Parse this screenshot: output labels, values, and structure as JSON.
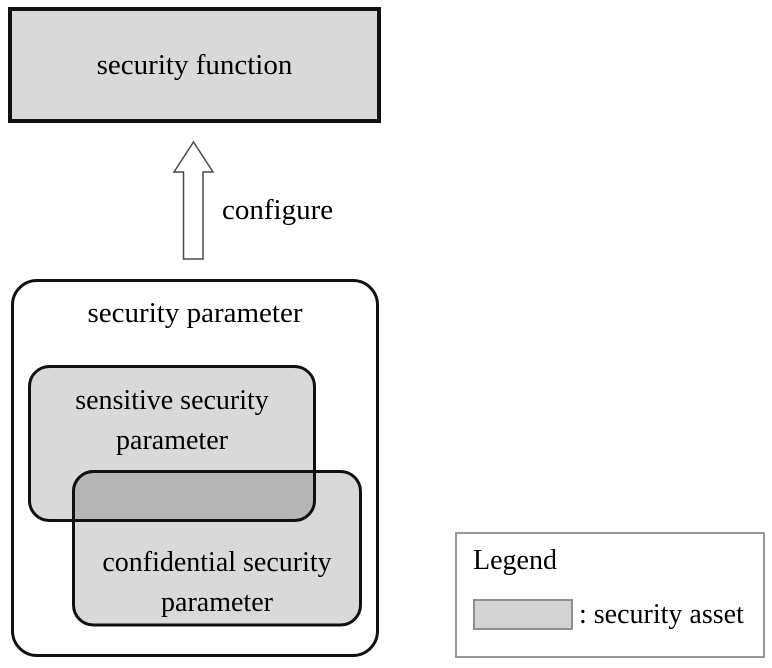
{
  "diagram": {
    "security_function": {
      "label": "security function"
    },
    "configure_arrow": {
      "label": "configure"
    },
    "security_parameter": {
      "label": "security parameter"
    },
    "sensitive_parameter": {
      "label": "sensitive security\nparameter"
    },
    "confidential_parameter": {
      "label": "confidential security\nparameter"
    },
    "legend": {
      "title": "Legend",
      "entry_label": ": security asset"
    }
  },
  "colors": {
    "asset_fill": "#d9d9d9",
    "overlap_fill": "#b5b5b5",
    "outline": "#111111",
    "arrow_outline": "#4a4a4a",
    "legend_border": "#999999",
    "swatch_fill": "#d3d3d3",
    "swatch_border": "#8f8f8f"
  }
}
